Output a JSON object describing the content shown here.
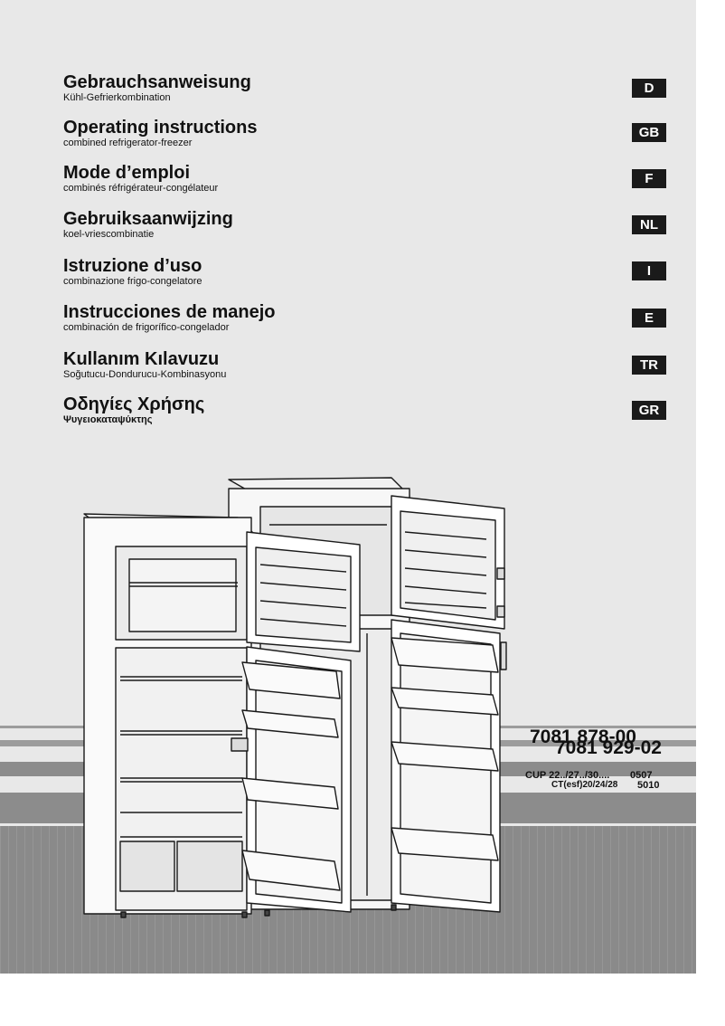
{
  "languages": [
    {
      "title": "Gebrauchsanweisung",
      "subtitle": "Kühl-Gefrierkombination",
      "code": "D"
    },
    {
      "title": "Operating instructions",
      "subtitle": "combined refrigerator-freezer",
      "code": "GB"
    },
    {
      "title": "Mode d’emploi",
      "subtitle": "combinés réfrigérateur-congélateur",
      "code": "F"
    },
    {
      "title": "Gebruiksaanwijzing",
      "subtitle": "koel-vriescombinatie",
      "code": "NL"
    },
    {
      "title": "Istruzione d’uso",
      "subtitle": "combinazione frigo-congelatore",
      "code": "I"
    },
    {
      "title": "Instrucciones de manejo",
      "subtitle": "combinación de frigorífico-congelador",
      "code": "E"
    },
    {
      "title": "Kullanım Kılavuzu",
      "subtitle": "Soğutucu-Dondurucu-Kombinasyonu",
      "code": "TR"
    },
    {
      "title": "Οδηγίες Χρήσης",
      "subtitle": "Ψυγειοκαταψύκτης",
      "code": "GR"
    }
  ],
  "doc_numbers": {
    "primary": "7081 878-00",
    "secondary": "7081 929-02"
  },
  "models": {
    "line1_model": "CUP 22../27../30....",
    "line1_code": "0507",
    "line2_model": "CT(esf)20/24/28",
    "line2_code": "5010"
  },
  "illustration": {
    "subject": "refrigerator-freezer-illustration"
  },
  "colors": {
    "page_background": "#e8e8e8",
    "stripe": "#9c9c9c",
    "badge": "#1a1a1a"
  }
}
